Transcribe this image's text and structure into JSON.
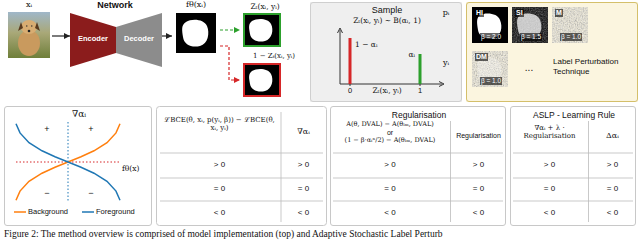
{
  "diagram": {
    "caption": "Figure 2: The method overview is comprised of model implementation (top) and Adaptive Stochastic Label Perturb",
    "nodes": [
      {
        "text": [
          "xᵢ"
        ]
      },
      {
        "text": [
          "Network"
        ]
      },
      {
        "text": [
          "Encoder"
        ],
        "in": 1
      },
      {
        "text": [
          "Decoder"
        ],
        "in": 1
      },
      {
        "text": [
          "fθ(xᵢ)"
        ]
      },
      {
        "text": [
          "Zₜ(xᵢ, yᵢ)"
        ]
      },
      {
        "text": [
          "1 − Zₜ(xᵢ, yᵢ)"
        ]
      },
      {
        "text": [
          "Sample",
          "Zₜ(xᵢ, yᵢ) ~ B(αᵢ, 1)"
        ]
      },
      {
        "text": [
          "Label Perturbation Technique"
        ]
      },
      {
        "text": [
          "HI",
          "β = 2.0"
        ],
        "in": 8
      },
      {
        "text": [
          "SI",
          "β = 1.5"
        ],
        "in": 8
      },
      {
        "text": [
          "M",
          "β = 1.0"
        ],
        "in": 8
      },
      {
        "text": [
          "DM",
          "β = 1.0"
        ],
        "in": 8
      },
      {
        "text": [
          "∇αᵢ"
        ]
      },
      {
        "text": [
          "Regularisation"
        ]
      },
      {
        "text": [
          "ASLP - Learning Rule"
        ]
      }
    ],
    "edges": [
      {
        "from": 0,
        "to": 2,
        "arrow": "to"
      },
      {
        "from": 3,
        "to": 4,
        "arrow": "to"
      },
      {
        "from": 4,
        "to": 5,
        "arrow": "to"
      },
      {
        "from": 4,
        "to": 6,
        "arrow": "to"
      }
    ],
    "labels": [
      "pᵢ",
      "1 − αᵢ",
      "αᵢ",
      "yᵢ",
      "0",
      "Zₜ(xᵢ, yᵢ)",
      "1",
      "...",
      "+",
      "+",
      "−",
      "−",
      "fθ(x)",
      "ℒBCE(θ, xᵢ, p(yᵢ, β)) − ℒBCE(θ, xᵢ, yᵢ)",
      "∇αᵢ",
      "> 0",
      "> 0",
      "= 0",
      "= 0",
      "< 0",
      "< 0",
      "A(θ, DVAL) − A(θₗₘ, DVAL)",
      "or",
      "(1 − β·αᵢⁿ/2) − A(θₗₘ, DVAL)",
      "Regularisation",
      "> 0",
      "> 0",
      "= 0",
      "= 0",
      "< 0",
      "< 0",
      "∇αᵢ + λ · Regularisation",
      "Δαᵢ",
      "> 0",
      "> 0",
      "= 0",
      "= 0",
      "< 0",
      "< 0"
    ],
    "legend": [
      {
        "text": "Background"
      },
      {
        "text": "Foreground"
      }
    ]
  }
}
